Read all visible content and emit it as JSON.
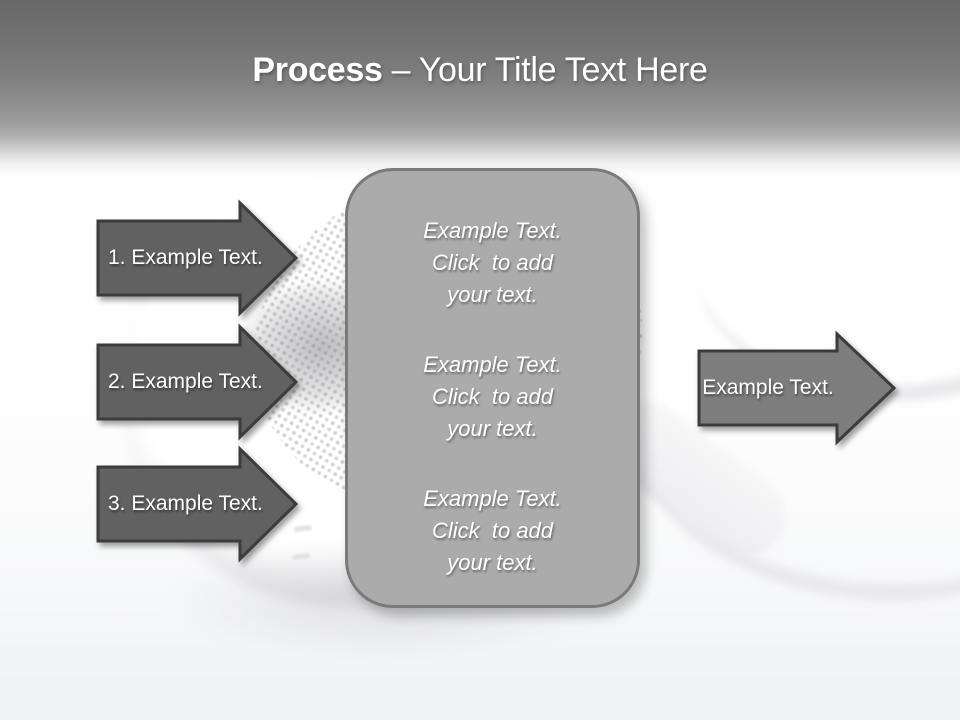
{
  "title": {
    "bold": "Process",
    "rest": "– Your Title Text Here"
  },
  "left_arrows": [
    {
      "label": "1. Example Text."
    },
    {
      "label": "2. Example Text."
    },
    {
      "label": "3. Example Text."
    }
  ],
  "right_arrow": {
    "label": "Example Text."
  },
  "center_box": {
    "blocks": [
      {
        "l1": "Example Text.",
        "l2": "Click  to add",
        "l3": "your text."
      },
      {
        "l1": "Example Text.",
        "l2": "Click  to add",
        "l3": "your text."
      },
      {
        "l1": "Example Text.",
        "l2": "Click  to add",
        "l3": "your text."
      }
    ]
  },
  "colors": {
    "header_top": "#686868",
    "left_arrow_fill": "#616161",
    "right_arrow_fill": "#7d7d7d",
    "arrow_outline": "#3c3c3c",
    "box_fill": "#ababab",
    "box_border": "#7a7a7a",
    "text": "#ffffff"
  }
}
